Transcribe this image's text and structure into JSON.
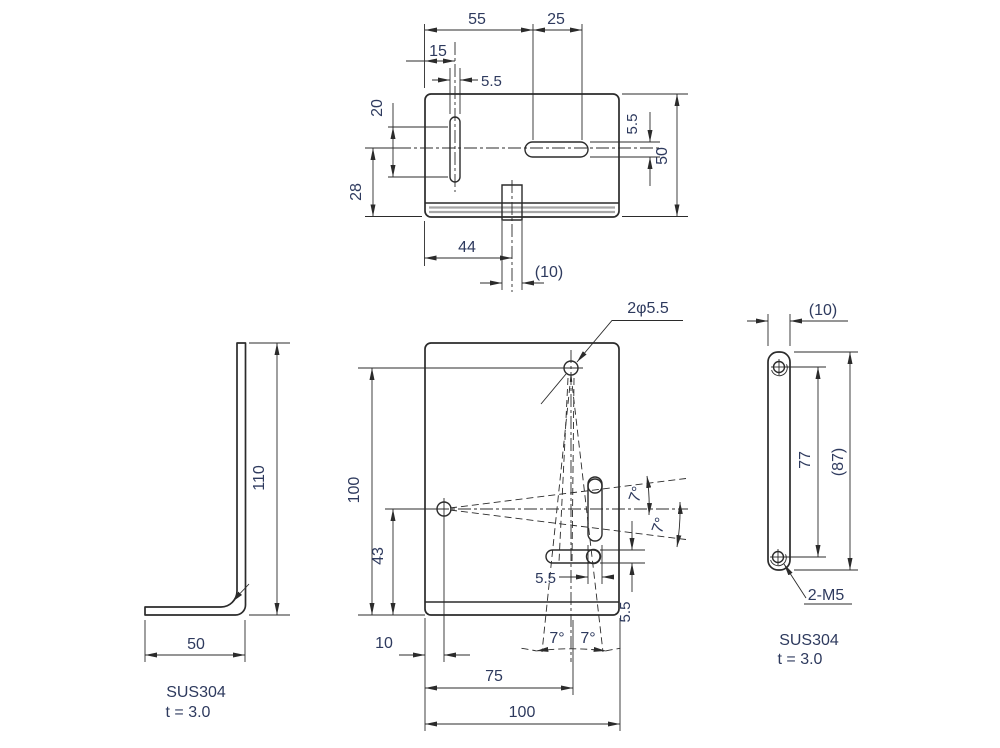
{
  "top_view": {
    "d55": "55",
    "d25": "25",
    "d15": "15",
    "d5_5_slot": "5.5",
    "d20": "20",
    "d28": "28",
    "d5_5_right": "5.5",
    "d50": "50",
    "d44": "44",
    "d10": "(10)"
  },
  "front_view": {
    "hole_callout": "2φ5.5",
    "d100_left": "100",
    "d43": "43",
    "d10": "10",
    "d75": "75",
    "d100_bottom": "100",
    "d5_5_width": "5.5",
    "d5_5_height": "5.5",
    "angle_upper": "7°",
    "angle_lower": "7°",
    "angle_bottom_left": "7°",
    "angle_bottom_right": "7°"
  },
  "left_view": {
    "d110": "110",
    "d50": "50",
    "material": "SUS304",
    "thickness": "t = 3.0"
  },
  "right_view": {
    "d10": "(10)",
    "d77": "77",
    "d87": "(87)",
    "thread_callout": "2-M5",
    "material": "SUS304",
    "thickness": "t = 3.0"
  },
  "colors": {
    "line": "#2b2b2b",
    "dimension_text": "#2e3a5e",
    "background": "#ffffff"
  }
}
